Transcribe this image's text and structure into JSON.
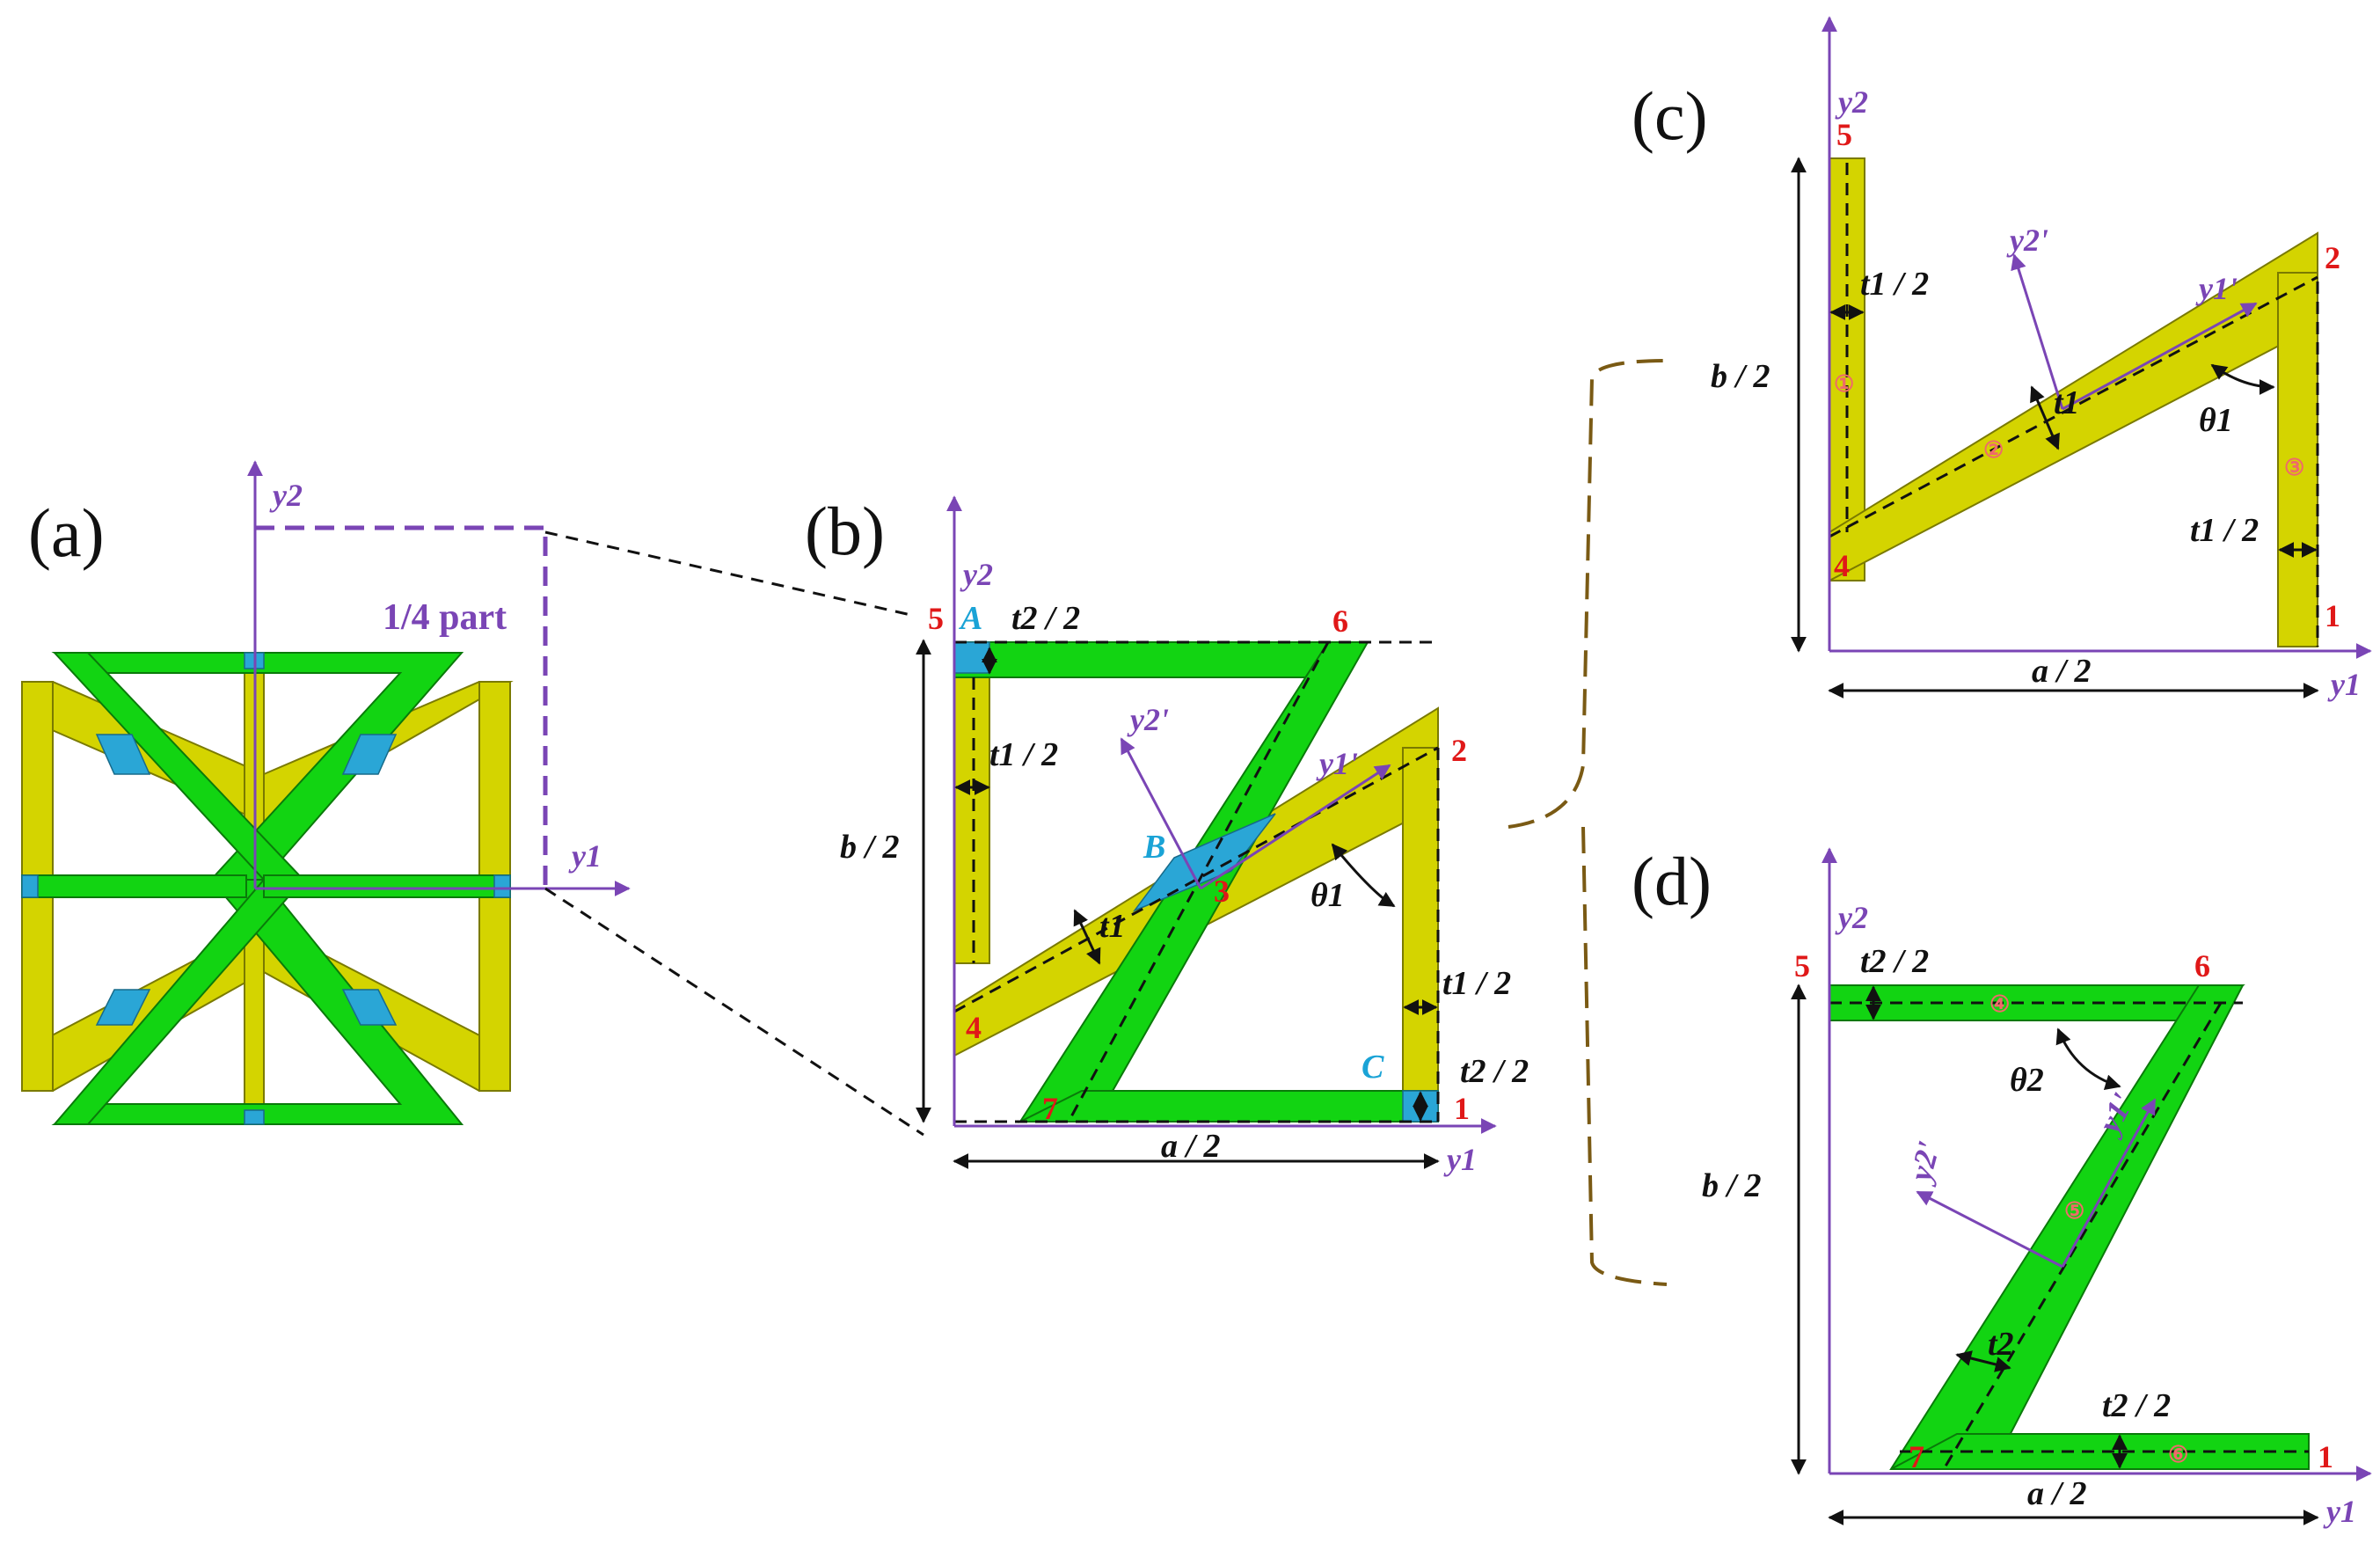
{
  "panels": {
    "a": "(a)",
    "b": "(b)",
    "c": "(c)",
    "d": "(d)"
  },
  "labels": {
    "quarter_part": "1/4 part",
    "y1": "y1",
    "y2": "y2",
    "y1_prime": "y1'",
    "y2_prime": "y2'",
    "a_half": "a / 2",
    "b_half": "b / 2",
    "t1_half": "t1 / 2",
    "t2_half": "t2 / 2",
    "t1": "t1",
    "t2": "t2",
    "theta1": "θ1",
    "theta2": "θ2"
  },
  "points": {
    "A": "A",
    "B": "B",
    "C": "C"
  },
  "nodes": [
    "1",
    "2",
    "3",
    "4",
    "5",
    "6",
    "7"
  ],
  "members": [
    "①",
    "②",
    "③",
    "④",
    "⑤",
    "⑥"
  ],
  "colors": {
    "yellow_member": "#d4d400",
    "green_member": "#12d412",
    "joint_blue": "#2aa6d6",
    "axis_purple": "#7a45b5",
    "node_red": "#e01818",
    "brace_brown": "#7a5a14"
  }
}
